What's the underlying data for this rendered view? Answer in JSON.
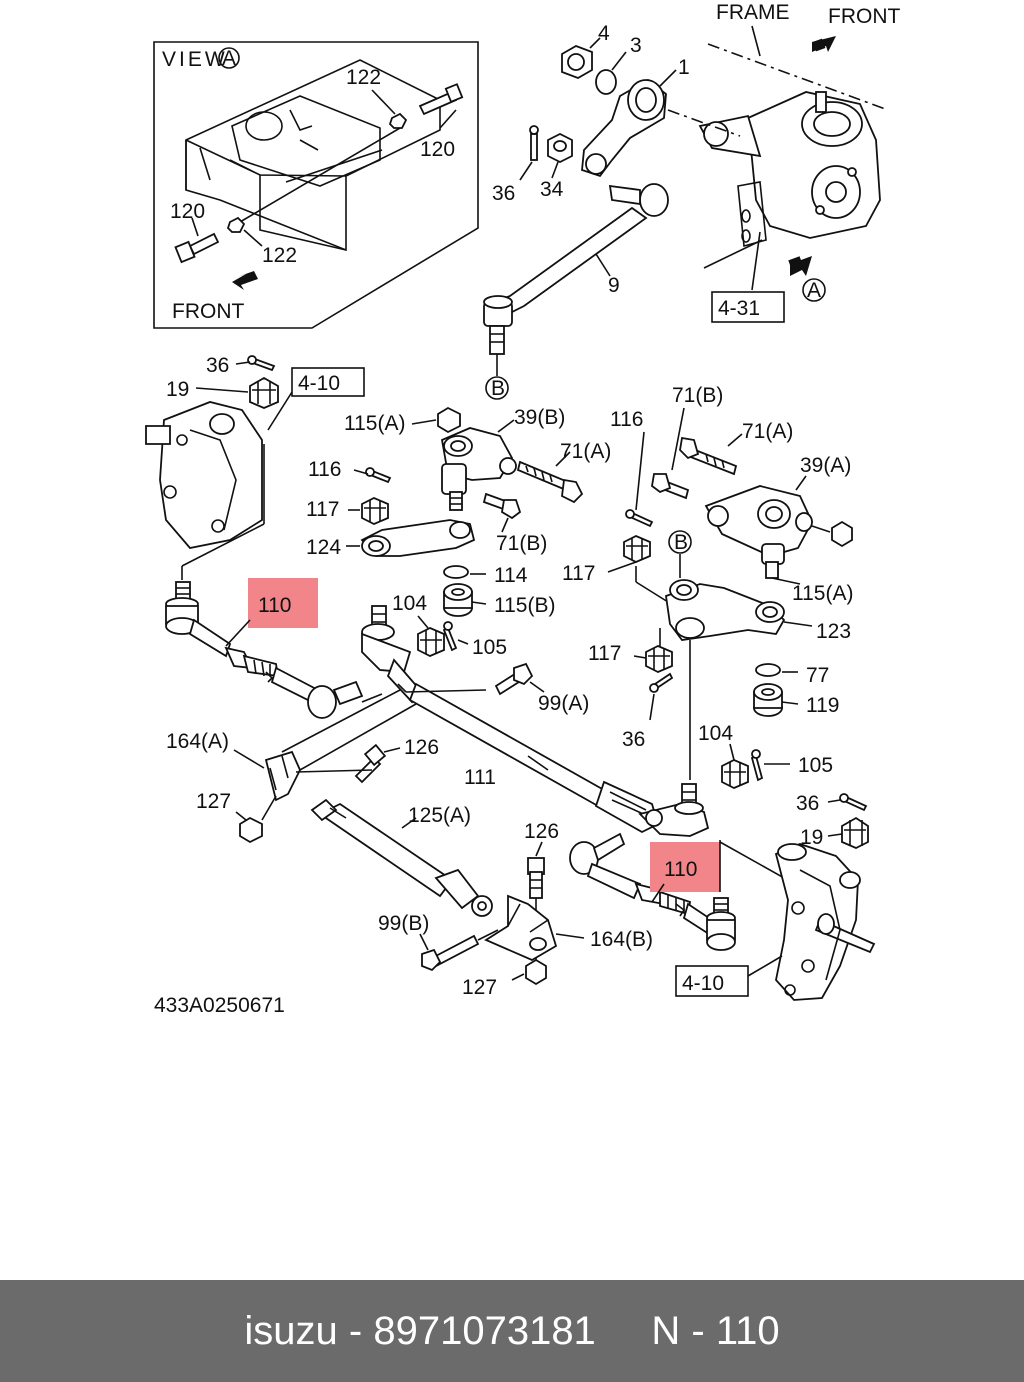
{
  "colors": {
    "highlight": "#f2858a",
    "footer_bg": "#6b6b6b",
    "footer_text": "#ffffff",
    "line": "#111111"
  },
  "inset": {
    "title": "VIEW",
    "view_marker": "A",
    "front": "FRONT",
    "labels": [
      "122",
      "120",
      "120",
      "122"
    ]
  },
  "header": {
    "frame": "FRAME",
    "front": "FRONT",
    "view_marker": "A"
  },
  "callouts": {
    "c4": "4",
    "c3": "3",
    "c1": "1",
    "c36a": "36",
    "c34": "34",
    "c9": "9",
    "ref_4_31": "4-31",
    "b_top": "B",
    "c36b": "36",
    "c19a": "19",
    "ref_4_10_a": "4-10",
    "c115a_1": "115(A)",
    "c39b": "39(B)",
    "c71a_1": "71(A)",
    "c116_1": "116",
    "c117_1": "117",
    "c71b_1": "71(B)",
    "c124": "124",
    "c114": "114",
    "c115b": "115(B)",
    "c116_2": "116",
    "c71b_2": "71(B)",
    "c71a_2": "71(A)",
    "c39a": "39(A)",
    "b_right": "B",
    "c117_2": "117",
    "c115a_2": "115(A)",
    "c123": "123",
    "c77": "77",
    "c119": "119",
    "c117_3": "117",
    "c36c": "36",
    "c110a": "110",
    "c104a": "104",
    "c105a": "105",
    "c99a": "99(A)",
    "c164a": "164(A)",
    "c126a": "126",
    "c111": "111",
    "c127a": "127",
    "c125a": "125(A)",
    "c126b": "126",
    "c104b": "104",
    "c105b": "105",
    "c36d": "36",
    "c19b": "19",
    "c110b": "110",
    "c99b": "99(B)",
    "c164b": "164(B)",
    "c127b": "127",
    "ref_4_10_b": "4-10"
  },
  "drawing_number": "433A0250671",
  "footer": {
    "brand": "isuzu",
    "separator": " - ",
    "part_number": "8971073181",
    "ref": "N - 110"
  }
}
